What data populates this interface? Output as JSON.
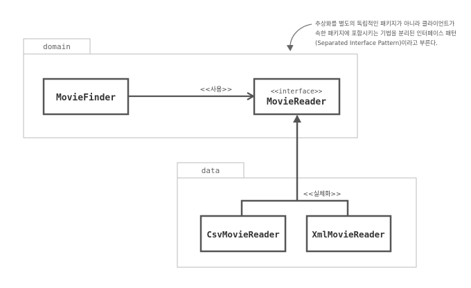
{
  "packages": {
    "domain": {
      "label": "domain"
    },
    "data": {
      "label": "data"
    }
  },
  "classes": {
    "movie_finder": {
      "name": "MovieFinder"
    },
    "movie_reader": {
      "stereotype": "<<interface>>",
      "name": "MovieReader"
    },
    "csv_movie_reader": {
      "name": "CsvMovieReader"
    },
    "xml_movie_reader": {
      "name": "XmlMovieReader"
    }
  },
  "relations": {
    "uses_label": "<<사용>>",
    "realizes_label": "<<실체화>>"
  },
  "note": {
    "lines": [
      "추상화를 별도의 독립적인 패키지가 아니라 클라이언트가",
      "속한 패키지에 포함시키는 기법을 분리된 인터페이스 패턴",
      "(Separated Interface Pattern)이라고 부른다."
    ]
  }
}
